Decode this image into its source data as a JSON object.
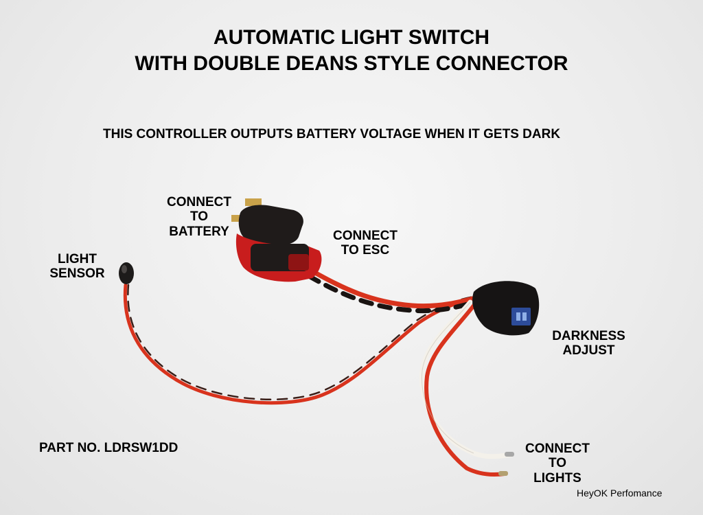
{
  "title": {
    "line1": "AUTOMATIC LIGHT SWITCH",
    "line2": "WITH DOUBLE DEANS STYLE CONNECTOR"
  },
  "subtitle": "THIS CONTROLLER OUTPUTS BATTERY VOLTAGE WHEN IT GETS DARK",
  "labels": {
    "battery": [
      "CONNECT",
      "TO",
      "BATTERY"
    ],
    "esc": [
      "CONNECT",
      "TO ESC"
    ],
    "sensor": [
      "LIGHT",
      "SENSOR"
    ],
    "darkness": [
      "DARKNESS",
      "ADJUST"
    ],
    "lights": [
      "CONNECT",
      "TO",
      "LIGHTS"
    ]
  },
  "part_number": "PART NO. LDRSW1DD",
  "brand": "HeyOK Perfomance",
  "colors": {
    "wire_red": "#d8331d",
    "wire_black": "#1a1412",
    "wire_white": "#f4f1ea",
    "connector_red": "#c81d1d",
    "gold": "#c9a24a",
    "pot_blue": "#2d4c9a"
  }
}
